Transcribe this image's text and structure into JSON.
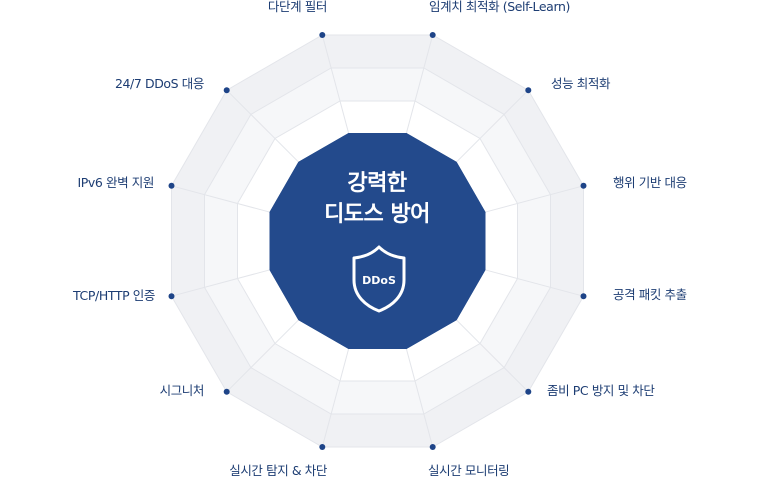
{
  "diagram": {
    "center": {
      "title_line1": "강력한",
      "title_line2": "디도스 방어",
      "badge_icon": "shield-icon",
      "badge_text": "DDoS"
    },
    "features": [
      {
        "label": "다단계 필터"
      },
      {
        "label": "임계치 최적화 (Self-Learn)"
      },
      {
        "label": "성능 최적화"
      },
      {
        "label": "행위 기반 대응"
      },
      {
        "label": "공격 패킷 추출"
      },
      {
        "label": "좀비 PC 방지 및 차단"
      },
      {
        "label": "실시간 모니터링"
      },
      {
        "label": "실시간 탐지 & 차단"
      },
      {
        "label": "시그니처"
      },
      {
        "label": "TCP/HTTP 인증"
      },
      {
        "label": "IPv6 완벽 지원"
      },
      {
        "label": "24/7 DDoS 대응"
      }
    ],
    "colors": {
      "center_fill": "#234a8c",
      "outer_band": "#f0f1f4",
      "middle_band": "#f6f7f9",
      "inner_band": "#ffffff",
      "grid_line": "#e3e5ea",
      "dot": "#1e4488",
      "label_text": "#1d3d73"
    }
  }
}
